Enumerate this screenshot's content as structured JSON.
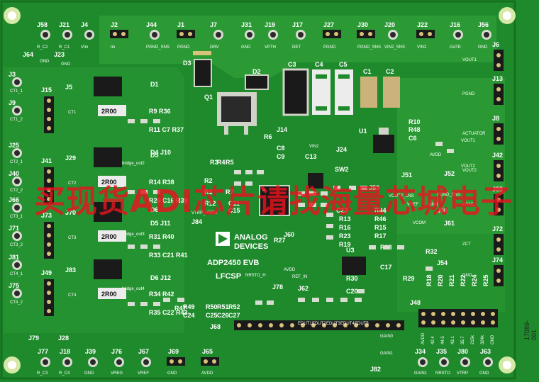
{
  "board": {
    "colors": {
      "pcb": "#1e8a2c",
      "pcb_light": "#2fa33a",
      "pad": "#d9dcd0",
      "silk": "#ffffff",
      "chip": "#1a1a1a"
    },
    "title_lines": [
      "ADP2450 EVB",
      "LFCSP"
    ],
    "logo_text": [
      "ANALOG",
      "DEVICES"
    ],
    "figure_id": "17089-001",
    "watermark": "买现货ADI芯片请找海量芯城电子"
  },
  "top_connectors": [
    {
      "ref": "J58",
      "sub": "R_C2"
    },
    {
      "ref": "J21",
      "sub": "R_C1"
    },
    {
      "ref": "J4",
      "sub": "VIin"
    },
    {
      "ref": "J2",
      "sub": "Iin"
    },
    {
      "ref": "J44",
      "sub": "PGND_SNS"
    },
    {
      "ref": "J1",
      "sub": "PGND"
    },
    {
      "ref": "J7",
      "sub": "DRV"
    },
    {
      "ref": "J31",
      "sub": "GND"
    },
    {
      "ref": "J19",
      "sub": "VPTH"
    },
    {
      "ref": "J17",
      "sub": "DET"
    },
    {
      "ref": "J27",
      "sub": "PGND"
    },
    {
      "ref": "J30",
      "sub": "PGND_SNS"
    },
    {
      "ref": "J20",
      "sub": "VIN2_SNS"
    },
    {
      "ref": "J22",
      "sub": "VIN2"
    },
    {
      "ref": "J16",
      "sub": "GATE"
    },
    {
      "ref": "J56",
      "sub": "GND"
    }
  ],
  "bottom_connectors": [
    {
      "ref": "J77",
      "sub": "R_C3"
    },
    {
      "ref": "J18",
      "sub": "R_C4"
    },
    {
      "ref": "J39",
      "sub": "GND"
    },
    {
      "ref": "J76",
      "sub": "VREG"
    },
    {
      "ref": "J67",
      "sub": "VREF"
    },
    {
      "ref": "J69",
      "sub": "GND"
    },
    {
      "ref": "J65",
      "sub": "AVDD"
    },
    {
      "ref": "J34",
      "sub": "GAIN1"
    },
    {
      "ref": "J35",
      "sub": "NRSTO"
    },
    {
      "ref": "J80",
      "sub": "VTRP"
    },
    {
      "ref": "J63",
      "sub": "GND"
    }
  ],
  "right_connectors": [
    {
      "ref": "J6",
      "sub": "VOUT1"
    },
    {
      "ref": "J13",
      "sub": "PGND"
    },
    {
      "ref": "J8",
      "sub": "ACTUATOR"
    },
    {
      "ref": "J42",
      "sub": "VOUT2"
    },
    {
      "ref": "J55",
      "sub": "PGND"
    },
    {
      "ref": "J72",
      "sub": "ZCT"
    },
    {
      "ref": "J74",
      "sub": "GND"
    }
  ],
  "left_channels": [
    {
      "ct": "CT1_1",
      "ct2": "CT1_2",
      "j1": "J3",
      "j2": "J9",
      "hdr": "J15",
      "jp": "J5",
      "ct_lbl": "CT1",
      "res": "2R00",
      "labels": [
        "R9",
        "R36",
        "R11",
        "C7",
        "R37"
      ],
      "diode": "D1",
      "diode2": "D4",
      "jx": "J10",
      "sns": "bridge_out2"
    },
    {
      "ct": "CT2_1",
      "ct2": "CT2_2",
      "j1": "J25",
      "j2": "J40",
      "hdr": "J41",
      "jp": "J29",
      "ct_lbl": "CT2",
      "res": "2R00",
      "labels": [
        "R14",
        "R38",
        "R26",
        "C16",
        "R39"
      ],
      "diode": "D5",
      "diode2": "D5",
      "jx": "J11",
      "sns": "bridge_out3"
    },
    {
      "ct": "CT3_1",
      "ct2": "CT3_2",
      "j1": "J66",
      "j2": "J71",
      "hdr": "J73",
      "jp": "J70",
      "ct_lbl": "CT3",
      "res": "2R00",
      "labels": [
        "R31",
        "R40",
        "R33",
        "C21",
        "R41"
      ],
      "diode": "D6",
      "diode2": "D6",
      "jx": "J12",
      "sns": "bridge_out4"
    },
    {
      "ct": "CT4_1",
      "ct2": "CT4_2",
      "j1": "J81",
      "j2": "J75",
      "hdr": "J49",
      "jp": "J83",
      "ct_lbl": "CT4",
      "res": "2R00",
      "labels": [
        "R34",
        "R42",
        "R35",
        "C22",
        "R43"
      ],
      "diode": "",
      "diode2": "",
      "jx": "",
      "sns": ""
    }
  ],
  "misc_labels": {
    "left_top": [
      "J64",
      "GND",
      "J23",
      "GND"
    ],
    "center_top": [
      "D3",
      "Q1",
      "D2",
      "C3",
      "C4",
      "C5",
      "C1",
      "C2",
      "R6",
      "R10",
      "R48",
      "C6",
      "U1",
      "J14",
      "C8",
      "C9",
      "C13",
      "J24",
      "SW2"
    ],
    "center": [
      "R3",
      "R4",
      "R5",
      "R2",
      "R1",
      "R12",
      "C15",
      "C11",
      "R7",
      "J84",
      "J51",
      "J52",
      "J53",
      "J50",
      "J61",
      "C23",
      "R44",
      "R13",
      "R46",
      "R16",
      "R15",
      "R23",
      "R17",
      "R19",
      "R27",
      "J60",
      "U3",
      "R28",
      "C17",
      "R29",
      "R30",
      "C20",
      "R32",
      "J54",
      "RCOM"
    ],
    "center_bottom": [
      "R47",
      "R49",
      "R50",
      "R51",
      "R52",
      "C24",
      "C25",
      "C26",
      "C27",
      "J78",
      "J62",
      "J68",
      "J48",
      "J82",
      "J79",
      "J28"
    ],
    "right_bottom": [
      "R18",
      "R20",
      "R21",
      "R22",
      "R24",
      "R25",
      "AVDD",
      "42.4",
      "44.5",
      "43.1",
      "35.7",
      "215k",
      "324k",
      "GND"
    ],
    "misc_text": [
      "VOUT2_SNS",
      "PGND_SNS",
      "VREF",
      "GND",
      "VCOM",
      "AVDD",
      "VOUT2",
      "VOUT1",
      "VIN2",
      "NRSTO_H",
      "REF_IN",
      "AVDD",
      "GAIN0",
      "GAIN1",
      "VTRP_VREG",
      "EDUT1",
      "EDUT2",
      "EDUT3",
      "EDUT4",
      "EDUT5"
    ]
  }
}
